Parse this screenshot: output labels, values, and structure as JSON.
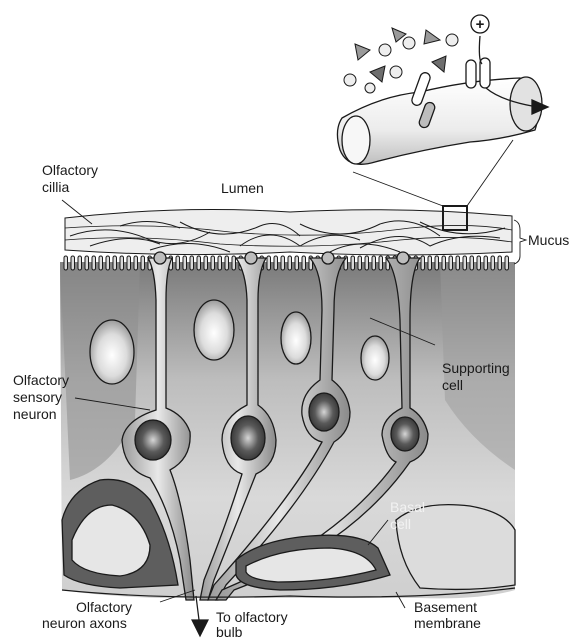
{
  "labels": {
    "olfactory_cilia": [
      "Olfactory",
      "cillia"
    ],
    "lumen": "Lumen",
    "mucus": "Mucus",
    "supporting_cell": [
      "Supporting",
      "cell"
    ],
    "olfactory_sensory_neuron": [
      "Olfactory",
      "sensory",
      "neuron"
    ],
    "basal_cell": [
      "Basal",
      "cell"
    ],
    "olfactory_neuron_axons": [
      "Olfactory",
      "neuron axons"
    ],
    "to_olfactory_bulb": [
      "To olfactory",
      "bulb"
    ],
    "basement_membrane": [
      "Basement",
      "membrane"
    ],
    "ion_sign": "+"
  },
  "colors": {
    "outline": "#1a1a1a",
    "tissue_light": "#e6e6e6",
    "tissue_mid": "#a9a9a9",
    "tissue_dark": "#5e5e5e",
    "nucleus_light": "#f4f4f4",
    "nucleus_dark": "#3a3a3a"
  }
}
